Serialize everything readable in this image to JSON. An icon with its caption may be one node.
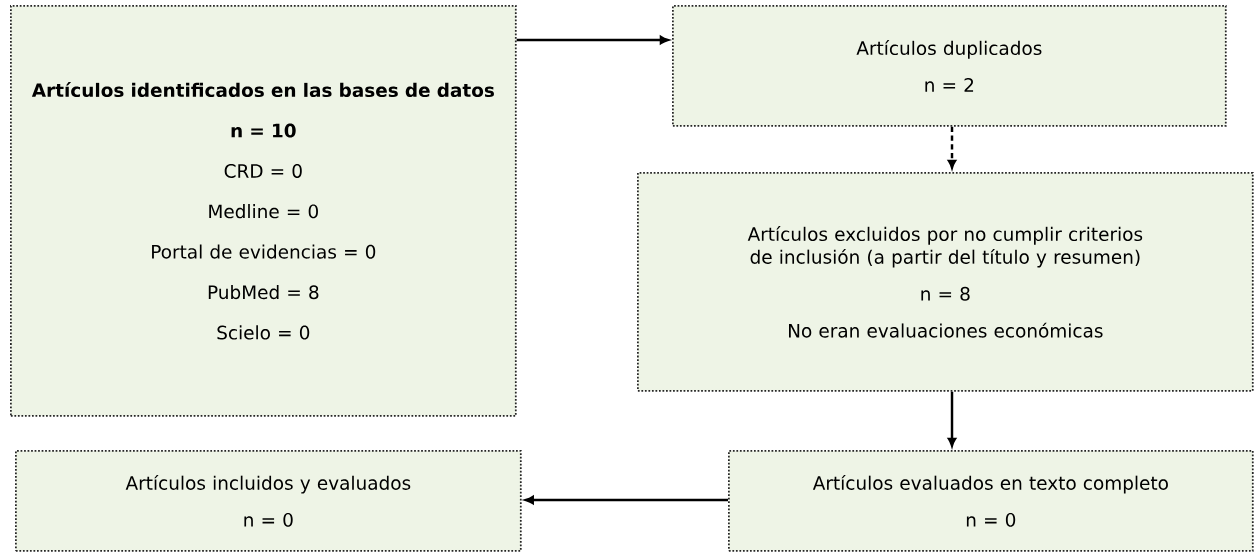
{
  "diagram": {
    "nodes": [
      {
        "text": [
          "Artículos identificados en las bases de datos",
          "n = 10",
          "CRD = 0",
          "Medline = 0",
          "Portal de evidencias = 0",
          "PubMed = 8",
          "Scielo = 0"
        ]
      },
      {
        "text": [
          "Artículos duplicados",
          "n = 2"
        ]
      },
      {
        "text": [
          "Artículos excluidos por no cumplir criterios de inclusión (a partir del título y resumen)",
          "n = 8",
          "No eran evaluaciones económicas"
        ]
      },
      {
        "text": [
          "Artículos evaluados en texto completo",
          "n = 0"
        ]
      },
      {
        "text": [
          "Artículos incluidos y evaluados",
          "n = 0"
        ]
      }
    ],
    "edges": [
      {
        "from": 0,
        "to": 1,
        "arrow": "to"
      },
      {
        "from": 1,
        "to": 2,
        "arrow": "to",
        "style": "dashed"
      },
      {
        "from": 2,
        "to": 3,
        "arrow": "to"
      },
      {
        "from": 3,
        "to": 4,
        "arrow": "to"
      }
    ]
  }
}
